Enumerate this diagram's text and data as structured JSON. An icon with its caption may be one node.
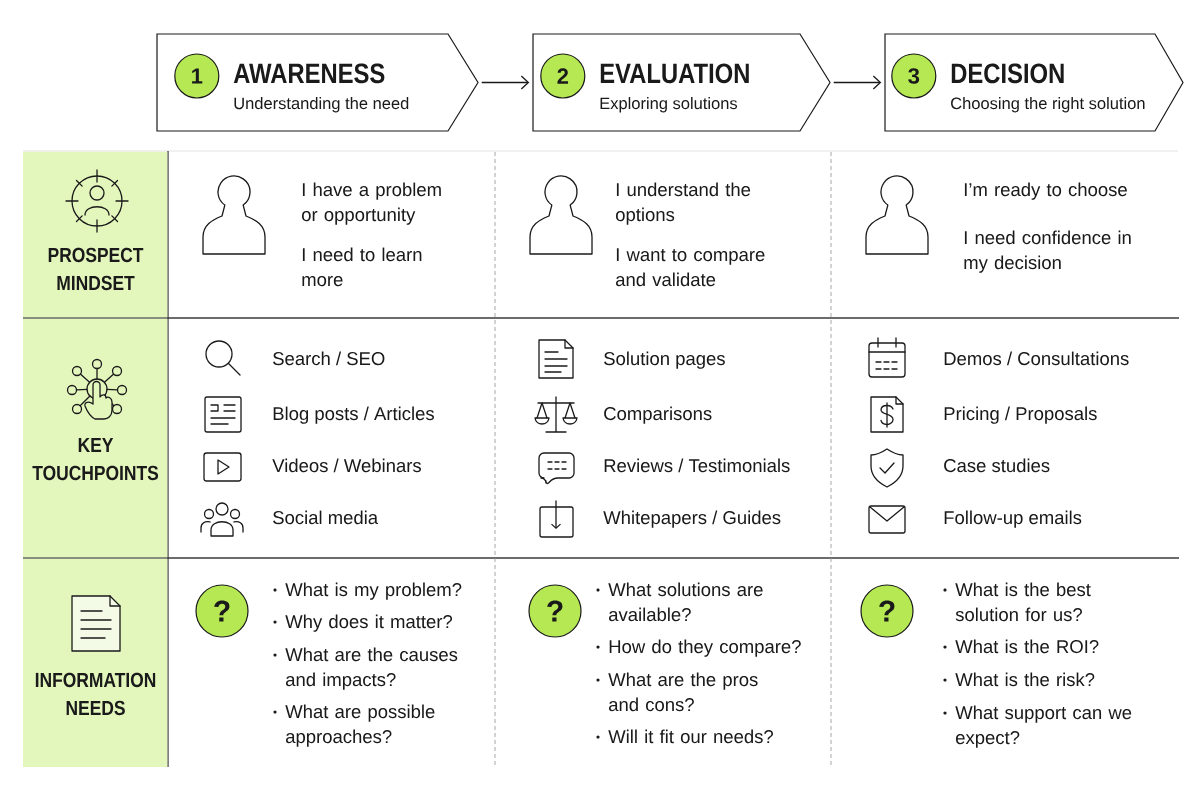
{
  "diagram": {
    "nodes": [
      {
        "text": [
          "AWARENESS",
          "Understanding the need"
        ]
      },
      {
        "text": [
          "1"
        ],
        "in": 0
      },
      {
        "text": [
          "EVALUATION",
          "Exploring solutions"
        ]
      },
      {
        "text": [
          "2"
        ],
        "in": 2
      },
      {
        "text": [
          "DECISION",
          "Choosing the right solution"
        ]
      },
      {
        "text": [
          "3"
        ],
        "in": 4
      },
      {
        "text": [
          "PROSPECT MINDSET"
        ]
      },
      {
        "text": [
          "KEY TOUCHPOINTS"
        ]
      },
      {
        "text": [
          "INFORMATION NEEDS"
        ]
      },
      {
        "text": [
          "?"
        ]
      },
      {
        "text": [
          "?"
        ]
      },
      {
        "text": [
          "?"
        ]
      }
    ],
    "edges": [
      {
        "from": 0,
        "to": 2,
        "arrow": "to"
      },
      {
        "from": 2,
        "to": 4,
        "arrow": "to"
      }
    ],
    "labels": [
      "I have a problem or opportunity",
      "I need to learn more",
      "I understand the options",
      "I want to compare and validate",
      "I’m ready to choose",
      "I need confidence in my decision",
      "Search / SEO",
      "Blog posts / Articles",
      "Videos / Webinars",
      "Social media",
      "Solution pages",
      "Comparisons",
      "Reviews / Testimonials",
      "Whitepapers / Guides",
      "Demos / Consultations",
      "Pricing / Proposals",
      "Case studies",
      "Follow-up emails",
      "What is my problem?",
      "Why does it matter?",
      "What are the causes and impacts?",
      "What are possible approaches?",
      "What solutions are available?",
      "How do they compare?",
      "What are the pros and cons?",
      "Will it fit our needs?",
      "What is the best solution for us?",
      "What is the ROI?",
      "What is the risk?",
      "What support can we expect?"
    ]
  }
}
